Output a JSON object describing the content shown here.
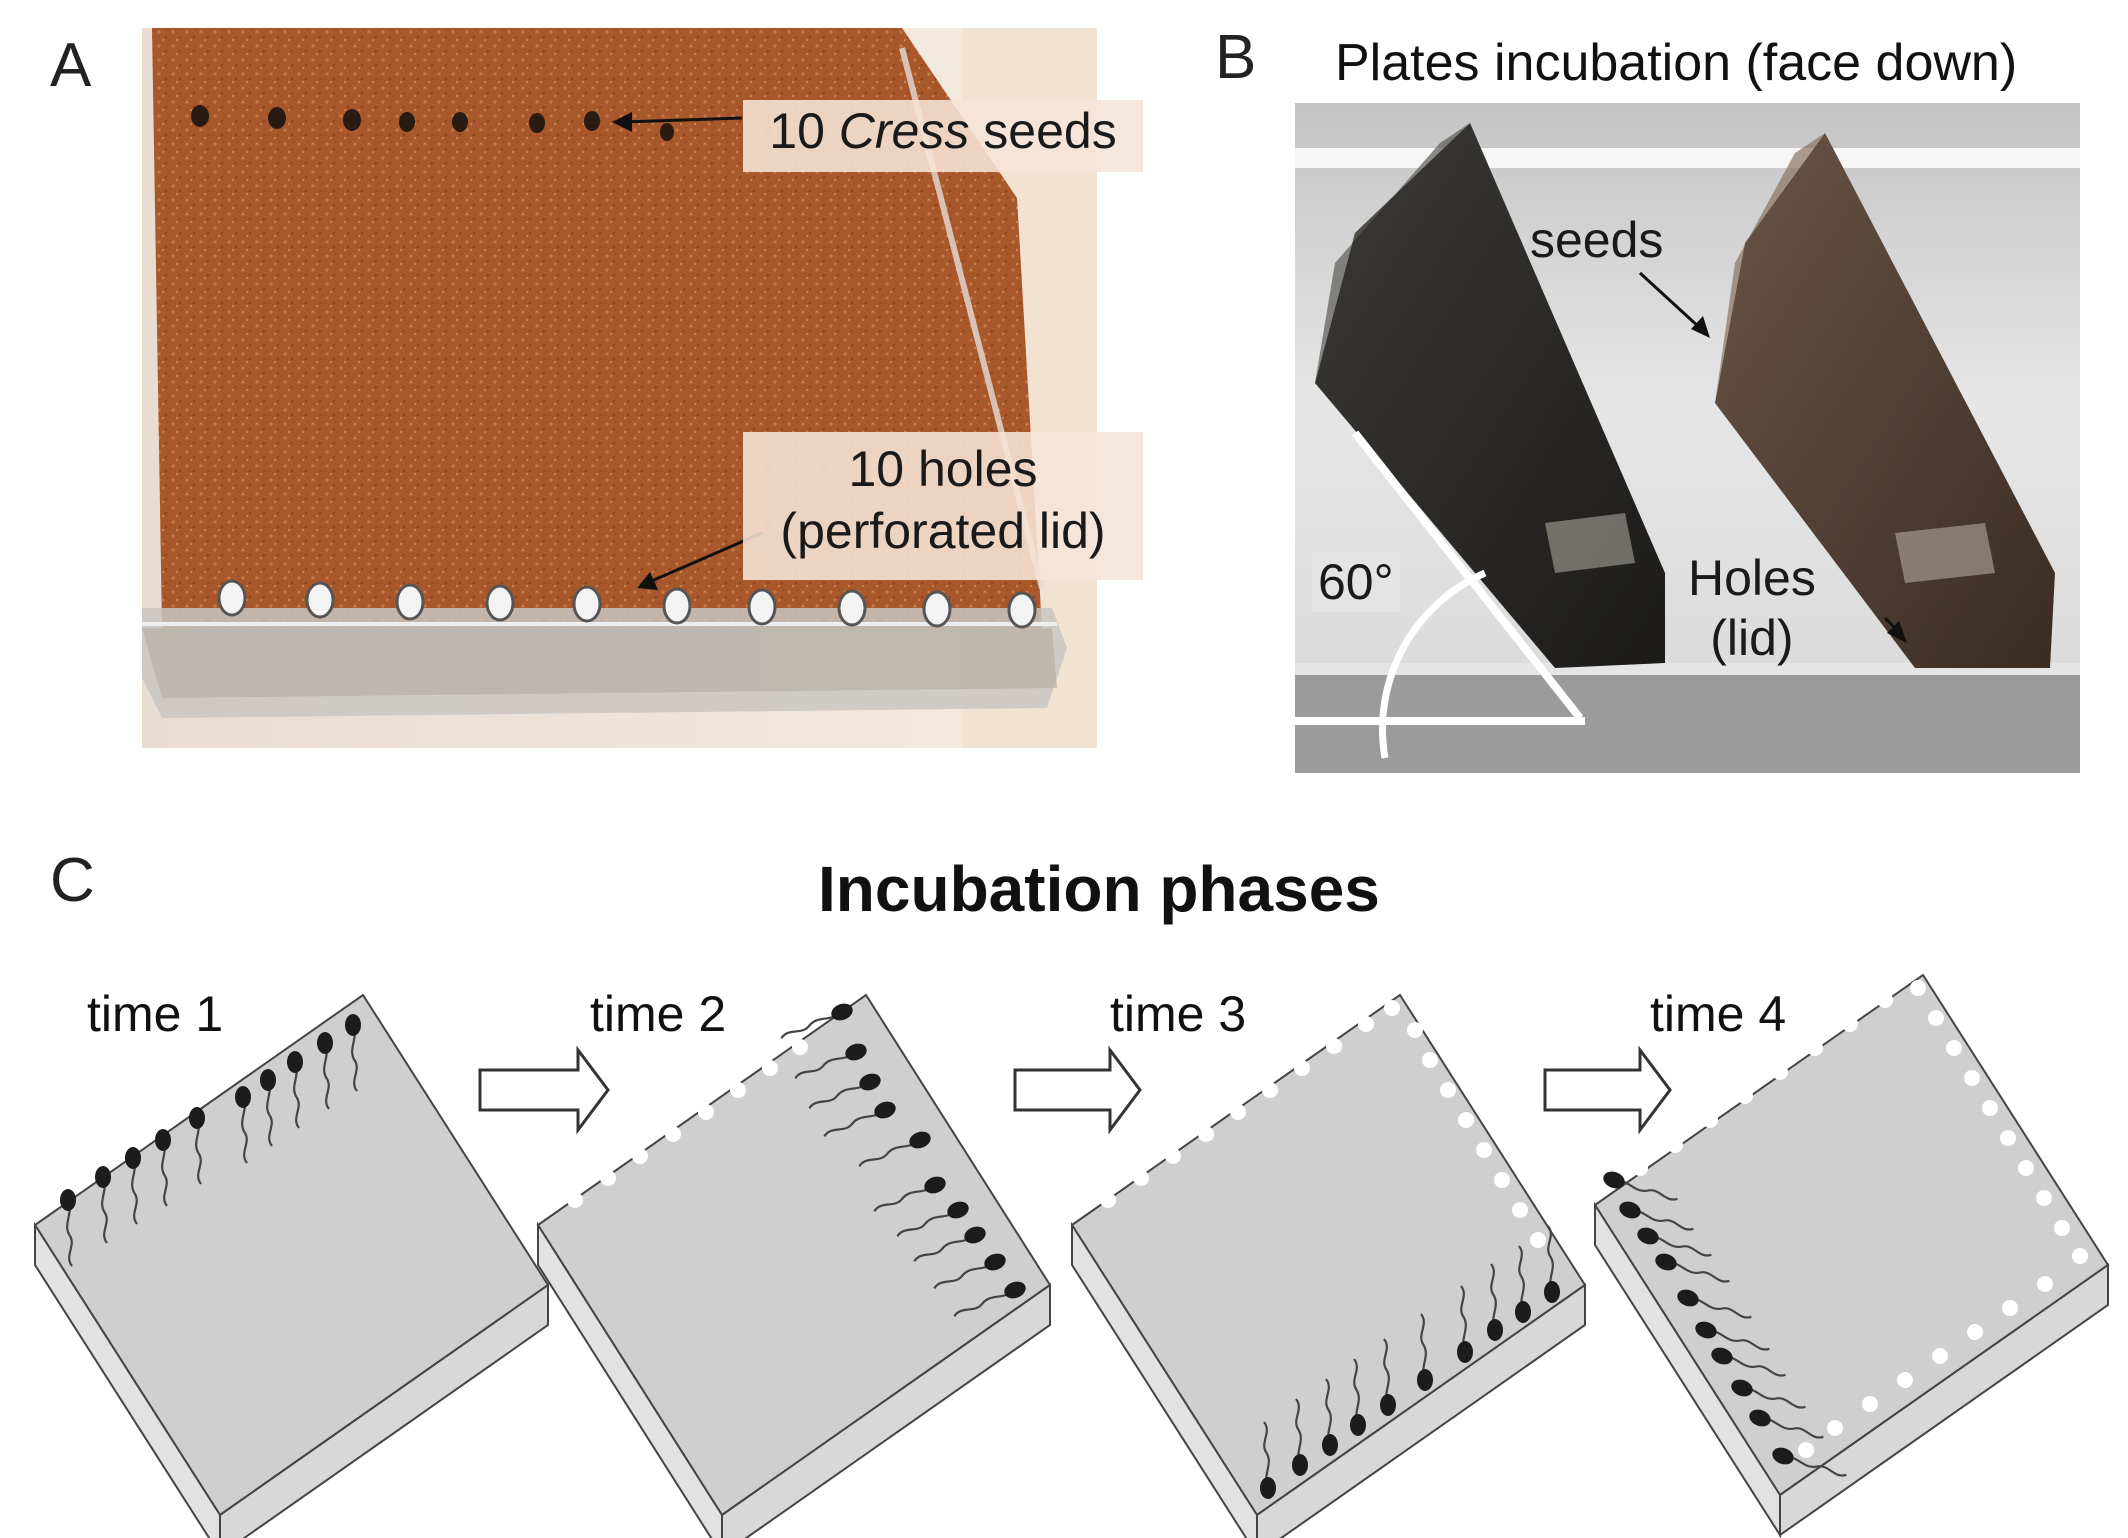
{
  "panels": {
    "a": {
      "letter": "A",
      "seeds_label_count": "10",
      "seeds_label_italic": "Cress",
      "seeds_label_rest": "seeds",
      "holes_label_line1": "10 holes",
      "holes_label_line2": "(perforated lid)"
    },
    "b": {
      "letter": "B",
      "title": "Plates incubation (face down)",
      "seeds_label": "seeds",
      "angle_label": "60°",
      "holes_label_line1": "Holes",
      "holes_label_line2": "(lid)"
    },
    "c": {
      "letter": "C",
      "title": "Incubation phases",
      "times": [
        "time 1",
        "time 2",
        "time 3",
        "time 4"
      ]
    }
  },
  "colors": {
    "soil": "#a9582b",
    "plate_top": "#cfcfcf",
    "plate_side": "#e2e2e2",
    "seed": "#1c1c1c"
  }
}
